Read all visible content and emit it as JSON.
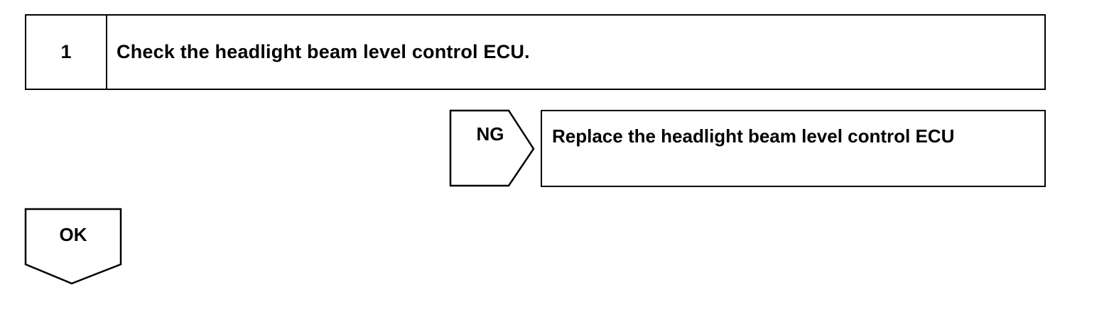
{
  "step": {
    "number": "1",
    "instruction": "Check the headlight beam level control ECU."
  },
  "ng_branch": {
    "label": "NG",
    "action": "Replace the headlight beam level control ECU"
  },
  "ok_branch": {
    "label": "OK"
  }
}
